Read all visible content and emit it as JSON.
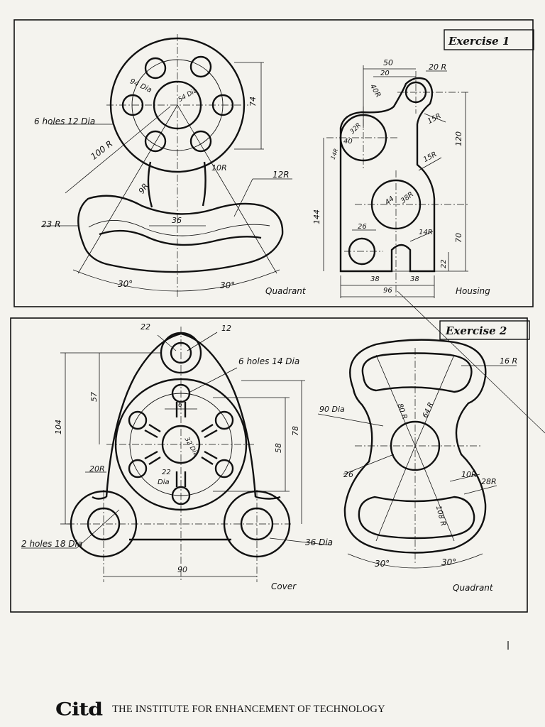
{
  "exercise1": {
    "title": "Exercise 1",
    "quadrant": {
      "caption": "Quadrant",
      "labels": {
        "holes": "6 holes 12 Dia",
        "hub": "54 Dia",
        "pcd": "94 Dia",
        "r100": "100 R",
        "r9": "9R",
        "r10": "10R",
        "r12": "12R",
        "r23": "23 R",
        "w36": "36",
        "h74": "74",
        "ang_left": "30°",
        "ang_right": "30°"
      }
    },
    "housing": {
      "caption": "Housing",
      "labels": {
        "w50": "50",
        "w20": "20",
        "r20": "20 R",
        "r40": "40R",
        "r15a": "15R",
        "r15b": "15R",
        "r32": "32R",
        "d40": "40",
        "r14a": "14R",
        "r14b": "14R",
        "d44": "44",
        "r38": "38R",
        "w26": "26",
        "w38a": "38",
        "w38b": "38",
        "w96": "96",
        "h144": "144",
        "h120": "120",
        "h70": "70",
        "h22": "22"
      }
    }
  },
  "exercise2": {
    "title": "Exercise 2",
    "cover": {
      "caption": "Cover",
      "labels": {
        "d22": "22",
        "r12": "12",
        "holes": "6 holes 14 Dia",
        "h57": "57",
        "h104": "104",
        "w6": "6",
        "hub": "32 Dia",
        "d22b": "22",
        "dia": "Dia",
        "r20": "20R",
        "h78": "78",
        "h58": "58",
        "holes2": "2 holes 18 Dia",
        "d36": "36 Dia",
        "w90": "90"
      }
    },
    "quadrant": {
      "caption": "Quadrant",
      "labels": {
        "r16": "16 R",
        "r80": "80 R",
        "r64": "64 R",
        "d90": "90 Dia",
        "d26": "26",
        "r10": "10R",
        "r28": "28R",
        "r108": "108 R",
        "ang_left": "30°",
        "ang_right": "30°"
      }
    }
  },
  "footer": {
    "logo": "Citd",
    "institute": "THE INSTITUTE FOR ENHANCEMENT OF TECHNOLOGY"
  }
}
